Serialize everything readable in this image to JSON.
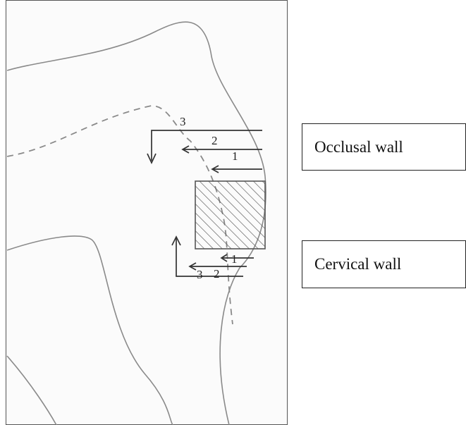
{
  "labels": {
    "occlusal_wall": "Occlusal wall",
    "cervical_wall": "Cervical wall"
  },
  "occlusal_numbers": [
    "3",
    "2",
    "1"
  ],
  "cervical_numbers": [
    "1",
    "2",
    "3"
  ],
  "colors": {
    "pencil": "#8a8a8a",
    "ink": "#333333",
    "frame": "#555555",
    "hatch": "#555555"
  }
}
